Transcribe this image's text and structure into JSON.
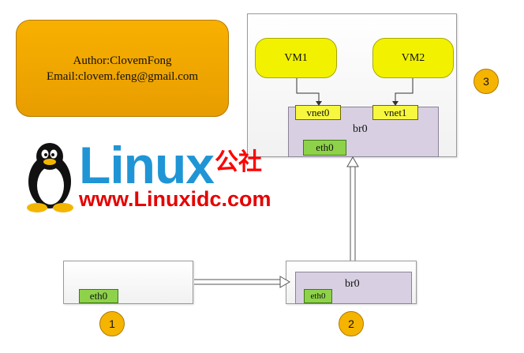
{
  "author_box": {
    "author": "Author:ClovemFong",
    "email": "Email:clovem.feng@gmail.com"
  },
  "host3": {
    "vm1": "VM1",
    "vm2": "VM2",
    "vnet0": "vnet0",
    "vnet1": "vnet1",
    "bridge": "br0",
    "eth": "eth0",
    "badge": "3"
  },
  "host1": {
    "eth": "eth0",
    "badge": "1"
  },
  "host2": {
    "bridge": "br0",
    "eth": "eth0",
    "badge": "2"
  },
  "logo": {
    "word": "Linux",
    "cn": "公社",
    "url": "www.Linuxidc.com",
    "icon": "tux-penguin-icon"
  },
  "colors": {
    "author_bg": "#f0a800",
    "vm": "#f2f200",
    "bridge": "#d8d0e2",
    "nic": "#8ed24a",
    "badge": "#f5b400",
    "logo_blue": "#1f95d6",
    "logo_red": "#e60000"
  }
}
